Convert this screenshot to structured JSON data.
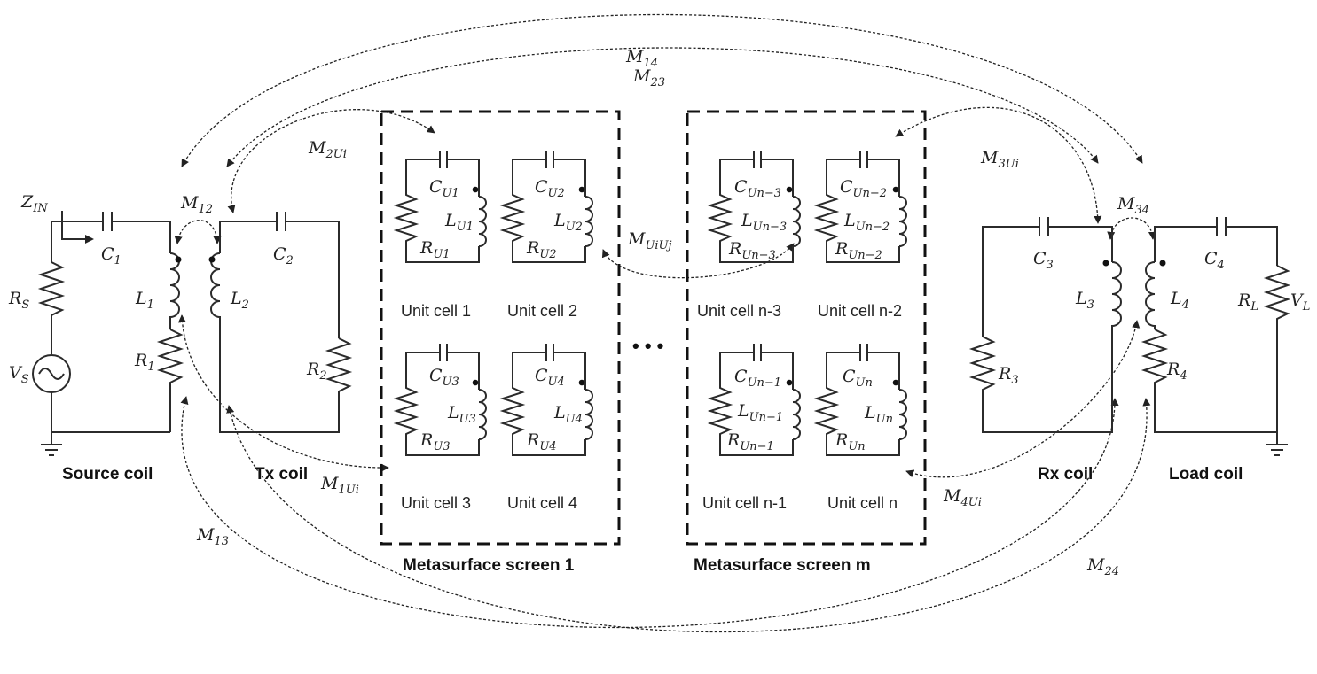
{
  "coils": {
    "source": "Source coil",
    "tx": "Tx coil",
    "rx": "Rx coil",
    "load": "Load coil"
  },
  "screens": {
    "screen_1": "Metasurface screen 1",
    "screen_m": "Metasurface screen m",
    "ellipsis": "• • •"
  },
  "cells": {
    "c1": "Unit cell 1",
    "c2": "Unit cell 2",
    "c3": "Unit cell 3",
    "c4": "Unit cell 4",
    "cn3": "Unit cell n-3",
    "cn2": "Unit cell n-2",
    "cn1": "Unit cell n-1",
    "cn": "Unit cell n"
  },
  "components": {
    "ZIN": [
      "Z",
      "IN"
    ],
    "RS": [
      "R",
      "S"
    ],
    "VS": [
      "V",
      "S"
    ],
    "C1": [
      "C",
      "1"
    ],
    "L1": [
      "L",
      "1"
    ],
    "R1": [
      "R",
      "1"
    ],
    "C2": [
      "C",
      "2"
    ],
    "L2": [
      "L",
      "2"
    ],
    "R2": [
      "R",
      "2"
    ],
    "C3": [
      "C",
      "3"
    ],
    "L3": [
      "L",
      "3"
    ],
    "R3": [
      "R",
      "3"
    ],
    "C4": [
      "C",
      "4"
    ],
    "L4": [
      "L",
      "4"
    ],
    "R4": [
      "R",
      "4"
    ],
    "RL": [
      "R",
      "L"
    ],
    "VL": [
      "V",
      "L"
    ],
    "CU1": [
      "C",
      "U1"
    ],
    "LU1": [
      "L",
      "U1"
    ],
    "RU1": [
      "R",
      "U1"
    ],
    "CU2": [
      "C",
      "U2"
    ],
    "LU2": [
      "L",
      "U2"
    ],
    "RU2": [
      "R",
      "U2"
    ],
    "CU3": [
      "C",
      "U3"
    ],
    "LU3": [
      "L",
      "U3"
    ],
    "RU3": [
      "R",
      "U3"
    ],
    "CU4": [
      "C",
      "U4"
    ],
    "LU4": [
      "L",
      "U4"
    ],
    "RU4": [
      "R",
      "U4"
    ],
    "CUn3": [
      "C",
      "Un−3"
    ],
    "LUn3": [
      "L",
      "Un−3"
    ],
    "RUn3": [
      "R",
      "Un−3"
    ],
    "CUn2": [
      "C",
      "Un−2"
    ],
    "LUn2": [
      "L",
      "Un−2"
    ],
    "RUn2": [
      "R",
      "Un−2"
    ],
    "CUn1": [
      "C",
      "Un−1"
    ],
    "LUn1": [
      "L",
      "Un−1"
    ],
    "RUn1": [
      "R",
      "Un−1"
    ],
    "CUn": [
      "C",
      "Un"
    ],
    "LUn": [
      "L",
      "Un"
    ],
    "RUn": [
      "R",
      "Un"
    ]
  },
  "mutuals": {
    "M14": [
      "M",
      "14"
    ],
    "M23": [
      "M",
      "23"
    ],
    "M2Ui": [
      "M",
      "2Ui"
    ],
    "M12": [
      "M",
      "12"
    ],
    "M3Ui": [
      "M",
      "3Ui"
    ],
    "M34": [
      "M",
      "34"
    ],
    "MUiUj": [
      "M",
      "UiUj"
    ],
    "M1Ui": [
      "M",
      "1Ui"
    ],
    "M4Ui": [
      "M",
      "4Ui"
    ],
    "M13": [
      "M",
      "13"
    ],
    "M24": [
      "M",
      "24"
    ]
  }
}
